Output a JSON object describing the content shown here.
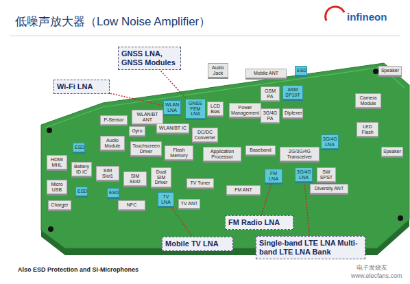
{
  "diagram": {
    "title": "低噪声放大器（Low Noise Amplifier）",
    "nodes": [
      {
        "text": [
          "GNSS LNA, GNSS Modules"
        ]
      },
      {
        "text": [
          "Wi-Fi LNA"
        ]
      },
      {
        "text": [
          "FM Radio LNA"
        ]
      },
      {
        "text": [
          "Mobile TV LNA"
        ]
      },
      {
        "text": [
          "Single-band LTE LNA Multi-band LTE LNA Bank"
        ]
      },
      {
        "text": [
          "Audio Jack"
        ]
      },
      {
        "text": [
          "Mobile ANT"
        ]
      },
      {
        "text": [
          "ESD"
        ]
      },
      {
        "text": [
          "Speaker"
        ]
      },
      {
        "text": [
          "GSM PA"
        ]
      },
      {
        "text": [
          "ASM SP10T"
        ]
      },
      {
        "text": [
          "Camera Module"
        ]
      },
      {
        "text": [
          "WLAN/BT ANT"
        ]
      },
      {
        "text": [
          "WLAN LNA"
        ]
      },
      {
        "text": [
          "GNSS FEM LNA"
        ]
      },
      {
        "text": [
          "LCD Bias"
        ]
      },
      {
        "text": [
          "Power Management"
        ]
      },
      {
        "text": [
          "3G/4G PA"
        ]
      },
      {
        "text": [
          "Diplexer"
        ]
      },
      {
        "text": [
          "LED Flash"
        ]
      },
      {
        "text": [
          "P-Sensor"
        ]
      },
      {
        "text": [
          "WLAN/BT IC"
        ]
      },
      {
        "text": [
          "Gyro"
        ]
      },
      {
        "text": [
          "DC/DC Converter"
        ]
      },
      {
        "text": [
          "Application Processor"
        ]
      },
      {
        "text": [
          "Baseband"
        ]
      },
      {
        "text": [
          "2G/3G/4G Transceiver"
        ]
      },
      {
        "text": [
          "3G/4G LNA"
        ]
      },
      {
        "text": [
          "Speaker"
        ]
      },
      {
        "text": [
          "HDMI MHL"
        ]
      },
      {
        "text": [
          "ESD"
        ]
      },
      {
        "text": [
          "Audio Module"
        ]
      },
      {
        "text": [
          "Touchscreen Driver"
        ]
      },
      {
        "text": [
          "Flash Memory"
        ]
      },
      {
        "text": [
          "Battery ID IC"
        ]
      },
      {
        "text": [
          "SIM Slot1"
        ]
      },
      {
        "text": [
          "SIM Slot2"
        ]
      },
      {
        "text": [
          "Dual SIM Driver"
        ]
      },
      {
        "text": [
          "Micro USB"
        ]
      },
      {
        "text": [
          "TV Tuner"
        ]
      },
      {
        "text": [
          "FM ANT"
        ]
      },
      {
        "text": [
          "3G/4G LNA"
        ]
      },
      {
        "text": [
          "SW SPST"
        ]
      },
      {
        "text": [
          "Diversity ANT"
        ]
      },
      {
        "text": [
          "Charger"
        ]
      },
      {
        "text": [
          "ESD"
        ]
      },
      {
        "text": [
          "ESD"
        ]
      },
      {
        "text": [
          "NFC"
        ]
      },
      {
        "text": [
          "TV ANT"
        ]
      },
      {
        "text": [
          "FM LNA"
        ]
      },
      {
        "text": [
          "TV LNA"
        ]
      }
    ],
    "edges": [
      {
        "from": 0,
        "to": 14,
        "arrow": "none"
      },
      {
        "from": 1,
        "to": 13,
        "arrow": "none"
      },
      {
        "from": 2,
        "to": 49,
        "arrow": "none"
      },
      {
        "from": 3,
        "to": 50,
        "arrow": "none"
      },
      {
        "from": 4,
        "to": 41,
        "arrow": "none"
      }
    ],
    "labels": [
      "Also ESD Protection and Si-Microphones",
      "infineon",
      "电子发烧友",
      "www.elecfans.com"
    ]
  }
}
